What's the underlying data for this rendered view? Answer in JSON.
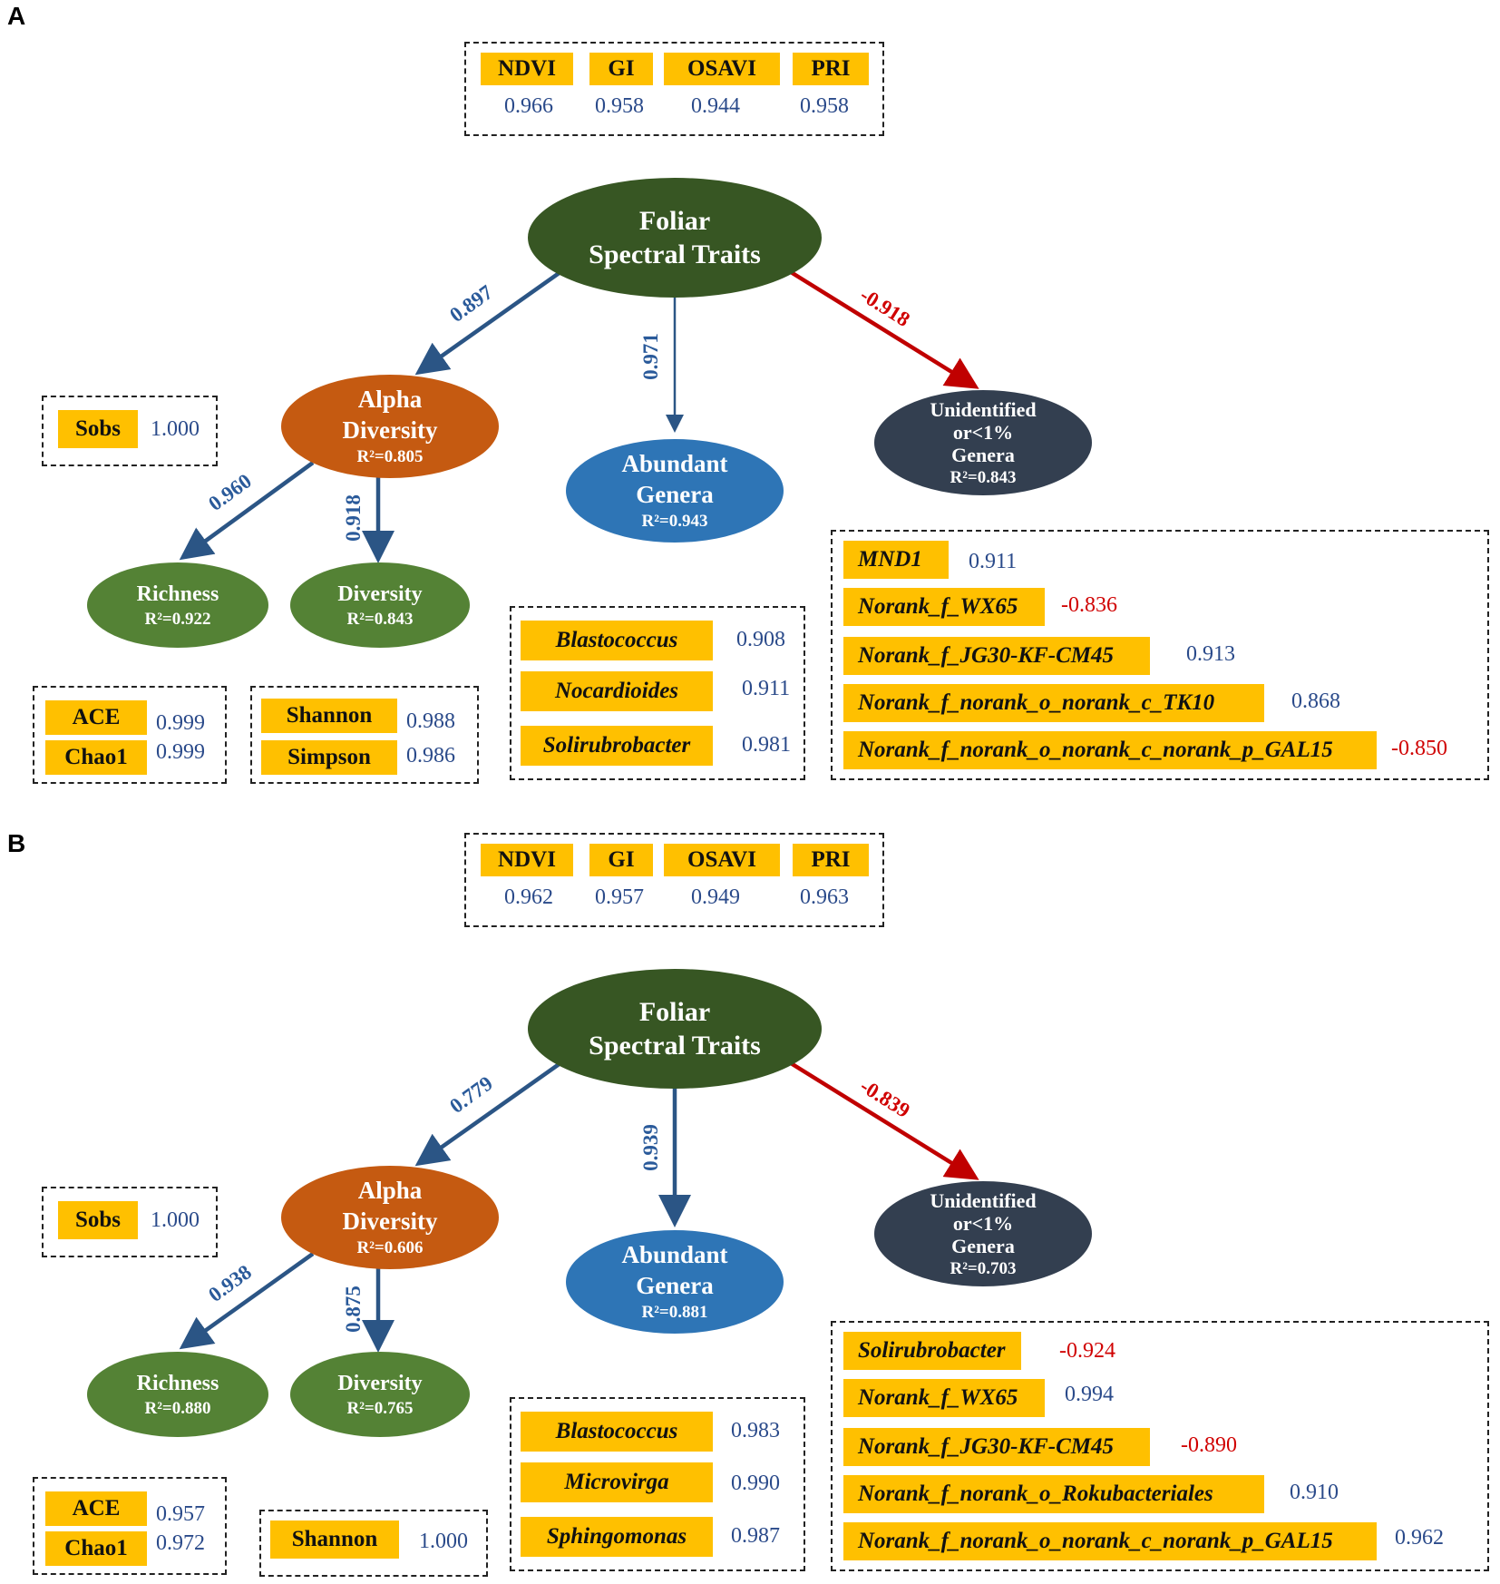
{
  "panels": [
    {
      "label": "A",
      "spectral": [
        {
          "name": "NDVI",
          "value": "0.966"
        },
        {
          "name": "GI",
          "value": "0.958"
        },
        {
          "name": "OSAVI",
          "value": "0.944"
        },
        {
          "name": "PRI",
          "value": "0.958"
        }
      ],
      "nodes": {
        "foliar": {
          "line1": "Foliar",
          "line2": "Spectral Traits"
        },
        "alpha": {
          "line1": "Alpha",
          "line2": "Diversity",
          "r2": "R²=0.805"
        },
        "abundant": {
          "line1": "Abundant",
          "line2": "Genera",
          "r2": "R²=0.943"
        },
        "unidentified": {
          "line1": "Unidentified",
          "line2": "or<1%",
          "line3": "Genera",
          "r2": "R²=0.843"
        },
        "richness": {
          "line1": "Richness",
          "r2": "R²=0.922"
        },
        "diversity": {
          "line1": "Diversity",
          "r2": "R²=0.843"
        }
      },
      "edges": {
        "foliar_alpha": "0.897",
        "foliar_abundant": "0.971",
        "foliar_unidentified": "-0.918",
        "alpha_richness": "0.960",
        "alpha_diversity": "0.918"
      },
      "sobs": {
        "name": "Sobs",
        "value": "1.000"
      },
      "richness_indices": [
        {
          "name": "ACE",
          "value": "0.999"
        },
        {
          "name": "Chao1",
          "value": "0.999"
        }
      ],
      "diversity_indices": [
        {
          "name": "Shannon",
          "value": "0.988"
        },
        {
          "name": "Simpson",
          "value": "0.986"
        }
      ],
      "abundant_genera": [
        {
          "name": "Blastococcus",
          "value": "0.908"
        },
        {
          "name": "Nocardioides",
          "value": "0.911"
        },
        {
          "name": "Solirubrobacter",
          "value": "0.981"
        }
      ],
      "unidentified_genera": [
        {
          "name": "MND1",
          "value": "0.911"
        },
        {
          "name": "Norank_f_WX65",
          "value": "-0.836"
        },
        {
          "name": "Norank_f_JG30-KF-CM45",
          "value": "0.913"
        },
        {
          "name": "Norank_f_norank_o_norank_c_TK10",
          "value": "0.868"
        },
        {
          "name": "Norank_f_norank_o_norank_c_norank_p_GAL15",
          "value": "-0.850"
        }
      ]
    },
    {
      "label": "B",
      "spectral": [
        {
          "name": "NDVI",
          "value": "0.962"
        },
        {
          "name": "GI",
          "value": "0.957"
        },
        {
          "name": "OSAVI",
          "value": "0.949"
        },
        {
          "name": "PRI",
          "value": "0.963"
        }
      ],
      "nodes": {
        "foliar": {
          "line1": "Foliar",
          "line2": "Spectral Traits"
        },
        "alpha": {
          "line1": "Alpha",
          "line2": "Diversity",
          "r2": "R²=0.606"
        },
        "abundant": {
          "line1": "Abundant",
          "line2": "Genera",
          "r2": "R²=0.881"
        },
        "unidentified": {
          "line1": "Unidentified",
          "line2": "or<1%",
          "line3": "Genera",
          "r2": "R²=0.703"
        },
        "richness": {
          "line1": "Richness",
          "r2": "R²=0.880"
        },
        "diversity": {
          "line1": "Diversity",
          "r2": "R²=0.765"
        }
      },
      "edges": {
        "foliar_alpha": "0.779",
        "foliar_abundant": "0.939",
        "foliar_unidentified": "-0.839",
        "alpha_richness": "0.938",
        "alpha_diversity": "0.875"
      },
      "sobs": {
        "name": "Sobs",
        "value": "1.000"
      },
      "richness_indices": [
        {
          "name": "ACE",
          "value": "0.957"
        },
        {
          "name": "Chao1",
          "value": "0.972"
        }
      ],
      "diversity_indices": [
        {
          "name": "Shannon",
          "value": "1.000"
        }
      ],
      "abundant_genera": [
        {
          "name": "Blastococcus",
          "value": "0.983"
        },
        {
          "name": "Microvirga",
          "value": "0.990"
        },
        {
          "name": "Sphingomonas",
          "value": "0.987"
        }
      ],
      "unidentified_genera": [
        {
          "name": "Solirubrobacter",
          "value": "-0.924"
        },
        {
          "name": "Norank_f_WX65",
          "value": "0.994"
        },
        {
          "name": "Norank_f_JG30-KF-CM45",
          "value": "-0.890"
        },
        {
          "name": "Norank_f_norank_o_Rokubacteriales",
          "value": "0.910"
        },
        {
          "name": "Norank_f_norank_o_norank_c_norank_p_GAL15",
          "value": "0.962"
        }
      ]
    }
  ],
  "colors": {
    "label_fill": "#ffc000",
    "positive": "#2a4a8a",
    "negative": "#d00000",
    "foliar": "#375623",
    "alpha": "#c55a11",
    "abundant": "#2e75b6",
    "unidentified": "#333f50",
    "richness_diversity": "#548235"
  }
}
